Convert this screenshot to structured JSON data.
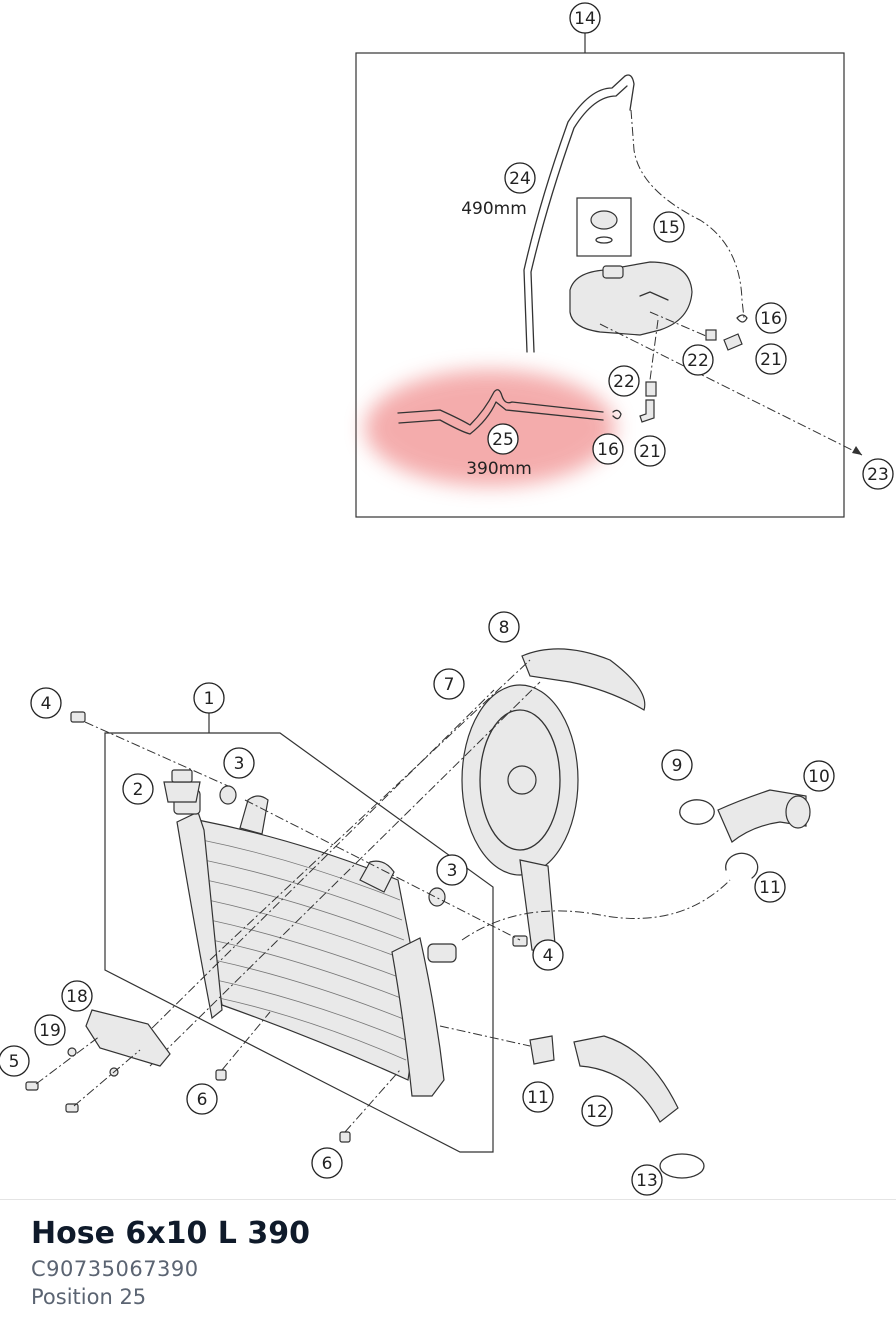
{
  "diagram": {
    "callouts": [
      {
        "id": "c14",
        "label": "14"
      },
      {
        "id": "c24",
        "label": "24"
      },
      {
        "id": "c15",
        "label": "15"
      },
      {
        "id": "c16a",
        "label": "16"
      },
      {
        "id": "c22a",
        "label": "22"
      },
      {
        "id": "c21a",
        "label": "21"
      },
      {
        "id": "c22b",
        "label": "22"
      },
      {
        "id": "c25",
        "label": "25"
      },
      {
        "id": "c16b",
        "label": "16"
      },
      {
        "id": "c21b",
        "label": "21"
      },
      {
        "id": "c23",
        "label": "23"
      },
      {
        "id": "c8",
        "label": "8"
      },
      {
        "id": "c7",
        "label": "7"
      },
      {
        "id": "c1",
        "label": "1"
      },
      {
        "id": "c4a",
        "label": "4"
      },
      {
        "id": "c2",
        "label": "2"
      },
      {
        "id": "c3a",
        "label": "3"
      },
      {
        "id": "c9",
        "label": "9"
      },
      {
        "id": "c10",
        "label": "10"
      },
      {
        "id": "c3b",
        "label": "3"
      },
      {
        "id": "c11a",
        "label": "11"
      },
      {
        "id": "c4b",
        "label": "4"
      },
      {
        "id": "c18",
        "label": "18"
      },
      {
        "id": "c19",
        "label": "19"
      },
      {
        "id": "c5",
        "label": "5"
      },
      {
        "id": "c6a",
        "label": "6"
      },
      {
        "id": "c11b",
        "label": "11"
      },
      {
        "id": "c12",
        "label": "12"
      },
      {
        "id": "c6b",
        "label": "6"
      },
      {
        "id": "c13",
        "label": "13"
      }
    ],
    "dimensions": {
      "hose_24_length": "490mm",
      "hose_25_length": "390mm"
    },
    "highlight_color": "#f08a8a"
  },
  "part": {
    "title": "Hose 6x10 L 390",
    "number": "C90735067390",
    "position": "Position 25"
  }
}
